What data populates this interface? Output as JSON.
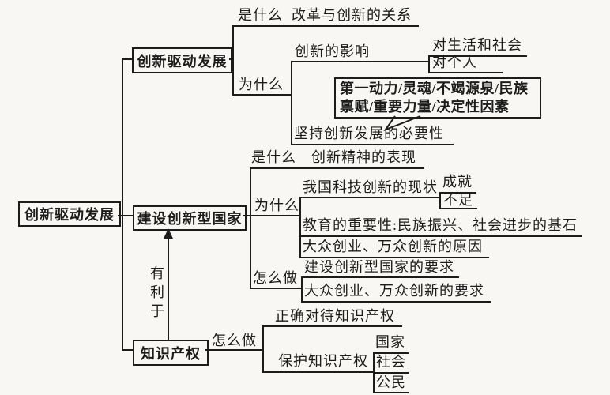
{
  "colors": {
    "ink": "#1c1c1c",
    "paper": "#f8f7f3"
  },
  "root": {
    "label": "创新驱动发展"
  },
  "benefit_arrow": {
    "label": "有利于"
  },
  "branch_innovation": {
    "title": "创新驱动发展",
    "what_label": "是什么",
    "what_text": "改革与创新的关系",
    "why_label": "为什么",
    "impact_label": "创新的影响",
    "impact_society": "对生活和社会",
    "impact_individual": "对个人",
    "callout_line1": "第一动力/灵魂/不竭源泉/民族",
    "callout_line2": "禀赋/重要力量/决定性因素",
    "necessity_text": "坚持创新发展的必要性"
  },
  "branch_nation": {
    "title": "建设创新型国家",
    "what_label": "是什么",
    "what_text": "创新精神的表现",
    "why_label": "为什么",
    "status_label": "我国科技创新的现状",
    "status_achievement": "成就",
    "status_shortage": "不足",
    "education_text": "教育的重要性:民族振兴、社会进步的基石",
    "reason_text": "大众创业、万众创新的原因",
    "how_label": "怎么做",
    "requirement_nation": "建设创新型国家的要求",
    "requirement_entrepreneurship": "大众创业、万众创新的要求"
  },
  "branch_ip": {
    "title": "知识产权",
    "how_label": "怎么做",
    "attitude_text": "正确对待知识产权",
    "protect_label": "保护知识产权",
    "protect_state": "国家",
    "protect_society": "社会",
    "protect_citizen": "公民"
  }
}
